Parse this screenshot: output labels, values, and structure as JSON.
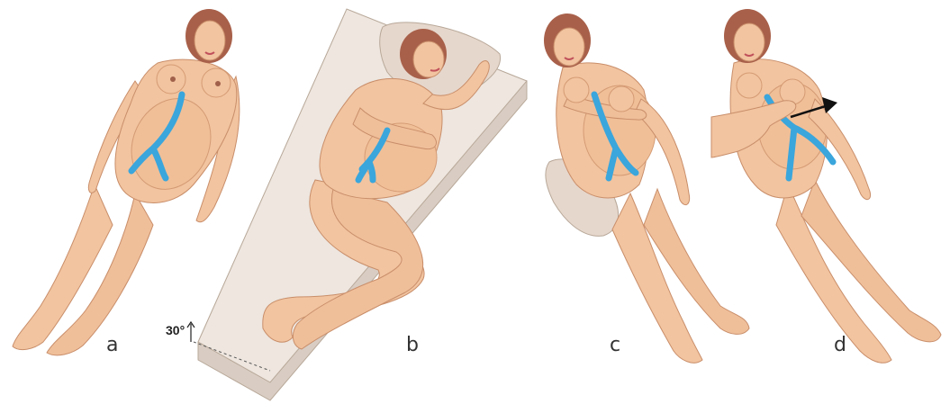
{
  "panels": [
    {
      "label": "a",
      "position": "supine"
    },
    {
      "label": "b",
      "position": "left-lateral"
    },
    {
      "label": "c",
      "position": "wedge-tilt"
    },
    {
      "label": "d",
      "position": "manual-displacement"
    }
  ],
  "tilt_label": "30°",
  "colors": {
    "skin": "#f2c4a0",
    "skin_shade": "#e3aa82",
    "skin_line": "#c98e6a",
    "hair": "#a8604a",
    "vein": "#3aa6dc",
    "board_top": "#eee6df",
    "board_side": "#d9cdc3",
    "pillow": "#e6d7cc",
    "arrow": "#111111"
  },
  "icons": [
    "direction-arrow-icon",
    "angle-arrow-icon"
  ]
}
